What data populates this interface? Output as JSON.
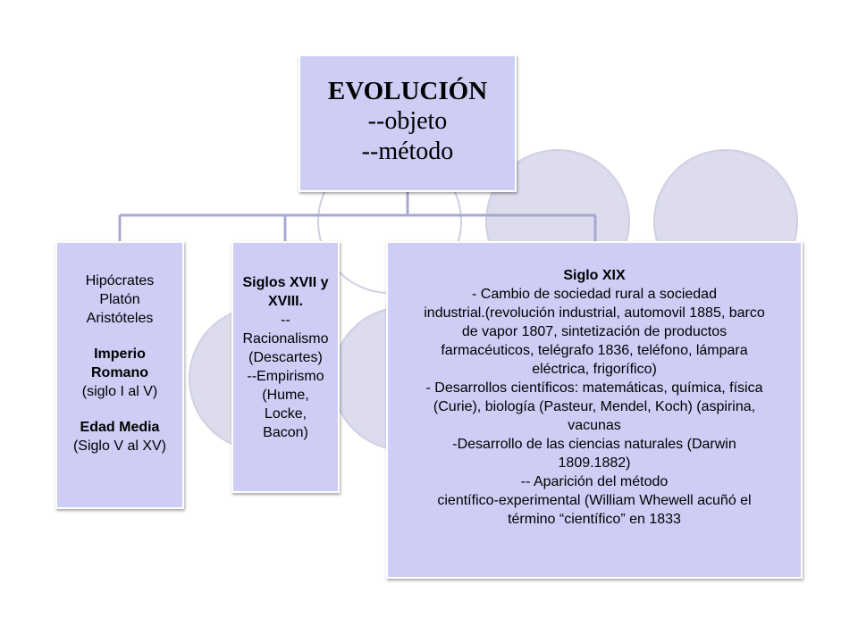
{
  "diagram": {
    "colors": {
      "box_fill": "#cdcdf5",
      "connector": "#a7a9d1",
      "circle_fill": "#dcdcec",
      "circle_outline": "#d0d0e4"
    },
    "root": {
      "title": "EVOLUCIÓN",
      "line2": "--objeto",
      "line3": "--método"
    },
    "left_box": {
      "l1": "Hipócrates",
      "l2": "Platón",
      "l3": "Aristóteles",
      "l4": "Imperio",
      "l5": "Romano",
      "l6": "(siglo I al V)",
      "l7": "Edad Media",
      "l8": "(Siglo V al XV)"
    },
    "middle_box": {
      "l1": "Siglos XVII y",
      "l2": "XVIII.",
      "l3": "--",
      "l4": "Racionalismo",
      "l5": "(Descartes)",
      "l6": "--Empirismo",
      "l7": "(Hume,",
      "l8": "Locke,",
      "l9": "Bacon)"
    },
    "right_box": {
      "l1": "Siglo XIX",
      "l2": "- Cambio de sociedad rural a sociedad",
      "l3": "industrial.(revolución industrial, automovil 1885, barco",
      "l4": "de vapor 1807, sintetización de productos",
      "l5": "farmacéuticos, telégrafo 1836, teléfono, lámpara",
      "l6": "eléctrica, frigorífico)",
      "l7": "- Desarrollos  científicos: matemáticas, química, física",
      "l8": "(Curie), biología (Pasteur, Mendel, Koch) (aspirina,",
      "l9": "vacunas",
      "l10": "-Desarrollo de las ciencias naturales (Darwin",
      "l11": "1809.1882)",
      "l12": "-- Aparición del método",
      "l13": "científico-experimental (William Whewell acuñó el",
      "l14": "término “científico” en 1833"
    }
  }
}
